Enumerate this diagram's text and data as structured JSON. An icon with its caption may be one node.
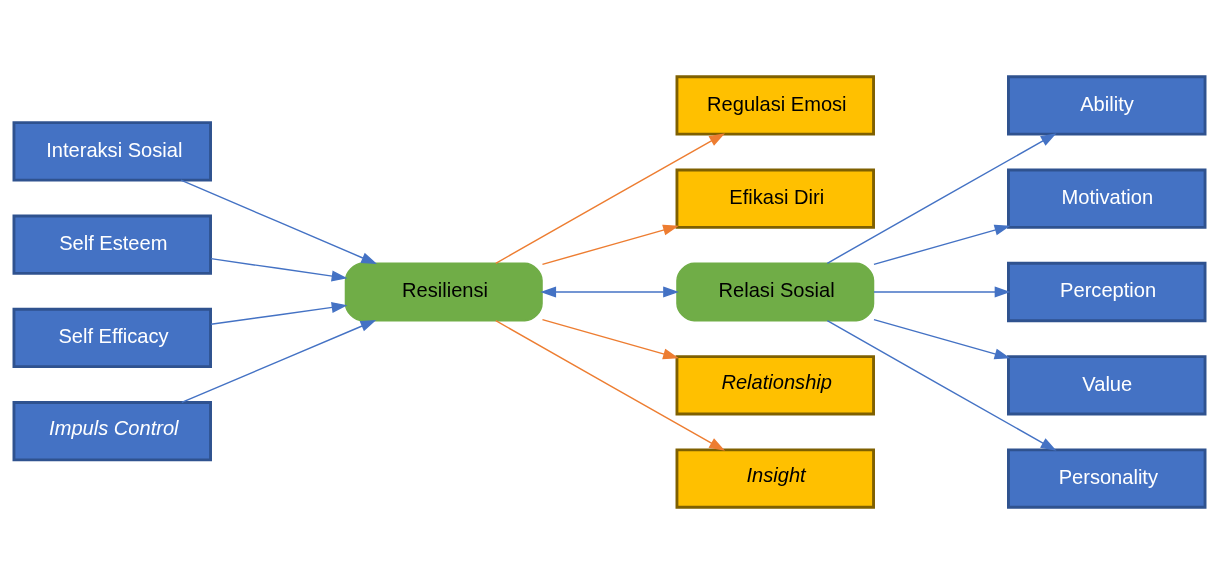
{
  "diagram": {
    "nodes": [
      {
        "text": [
          "Interaksi Sosial"
        ]
      },
      {
        "text": [
          "Self Esteem"
        ]
      },
      {
        "text": [
          "Self Efficacy"
        ]
      },
      {
        "text": [
          "Impuls Control"
        ]
      },
      {
        "text": [
          "Resiliensi"
        ]
      },
      {
        "text": [
          "Regulasi Emosi"
        ]
      },
      {
        "text": [
          "Efikasi Diri"
        ]
      },
      {
        "text": [
          "Relationship"
        ]
      },
      {
        "text": [
          "Insight"
        ]
      },
      {
        "text": [
          "Relasi Sosial"
        ]
      },
      {
        "text": [
          "Ability"
        ]
      },
      {
        "text": [
          "Motivation"
        ]
      },
      {
        "text": [
          "Perception"
        ]
      },
      {
        "text": [
          "Value"
        ]
      },
      {
        "text": [
          "Personality"
        ]
      }
    ],
    "edges": [
      {
        "from": 0,
        "to": 4,
        "arrow": "to"
      },
      {
        "from": 1,
        "to": 4,
        "arrow": "to"
      },
      {
        "from": 2,
        "to": 4,
        "arrow": "to"
      },
      {
        "from": 3,
        "to": 4,
        "arrow": "to"
      },
      {
        "from": 4,
        "to": 5,
        "arrow": "to",
        "color": "#ed7d31"
      },
      {
        "from": 4,
        "to": 6,
        "arrow": "to",
        "color": "#ed7d31"
      },
      {
        "from": 4,
        "to": 7,
        "arrow": "to",
        "color": "#ed7d31"
      },
      {
        "from": 4,
        "to": 8,
        "arrow": "to",
        "color": "#ed7d31"
      },
      {
        "from": 4,
        "to": 9,
        "arrow": "both"
      },
      {
        "from": 9,
        "to": 10,
        "arrow": "to"
      },
      {
        "from": 9,
        "to": 11,
        "arrow": "to"
      },
      {
        "from": 9,
        "to": 12,
        "arrow": "to"
      },
      {
        "from": 9,
        "to": 13,
        "arrow": "to"
      },
      {
        "from": 9,
        "to": 14,
        "arrow": "to"
      }
    ]
  }
}
